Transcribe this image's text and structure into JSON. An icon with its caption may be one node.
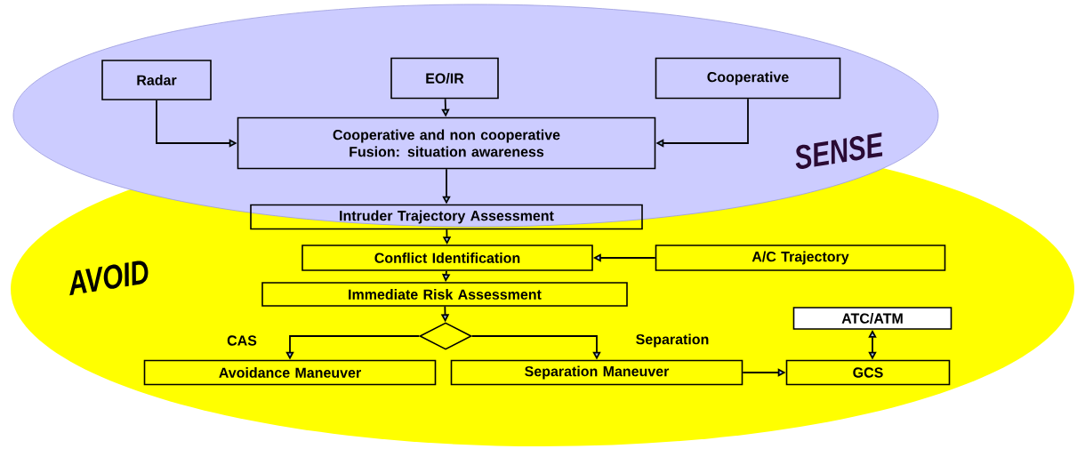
{
  "diagram": {
    "nodes": [
      {
        "text": [
          "SENSE"
        ]
      },
      {
        "text": [
          "AVOID"
        ]
      },
      {
        "text": [
          "Radar"
        ],
        "in": 0
      },
      {
        "text": [
          "EO/IR"
        ],
        "in": 0
      },
      {
        "text": [
          "Cooperative"
        ],
        "in": 0
      },
      {
        "text": [
          "Cooperative and non cooperative Fusion: situation awareness"
        ],
        "in": 0
      },
      {
        "text": [
          "Intruder Trajectory Assessment"
        ]
      },
      {
        "text": [
          "Conflict Identification"
        ],
        "in": 1
      },
      {
        "text": [
          "A/C Trajectory"
        ],
        "in": 1
      },
      {
        "text": [
          "Immediate Risk Assessment"
        ],
        "in": 1
      },
      {
        "text": [],
        "shape": "diamond",
        "in": 1
      },
      {
        "text": [
          "Avoidance Maneuver"
        ],
        "in": 1
      },
      {
        "text": [
          "Separation Maneuver"
        ],
        "in": 1
      },
      {
        "text": [
          "ATC/ATM"
        ],
        "in": 1
      },
      {
        "text": [
          "GCS"
        ],
        "in": 1
      }
    ],
    "edges": [
      {
        "from": 2,
        "to": 5,
        "arrow": "to"
      },
      {
        "from": 3,
        "to": 5,
        "arrow": "to"
      },
      {
        "from": 4,
        "to": 5,
        "arrow": "to"
      },
      {
        "from": 5,
        "to": 6,
        "arrow": "to"
      },
      {
        "from": 6,
        "to": 7,
        "arrow": "to"
      },
      {
        "from": 8,
        "to": 7,
        "arrow": "to"
      },
      {
        "from": 7,
        "to": 9,
        "arrow": "to"
      },
      {
        "from": 9,
        "to": 10,
        "arrow": "to"
      },
      {
        "from": 10,
        "to": 11,
        "arrow": "to",
        "label": "CAS"
      },
      {
        "from": 10,
        "to": 12,
        "arrow": "to",
        "label": "Separation"
      },
      {
        "from": 12,
        "to": 14,
        "arrow": "to"
      },
      {
        "from": 13,
        "to": 14,
        "arrow": "both"
      }
    ]
  }
}
